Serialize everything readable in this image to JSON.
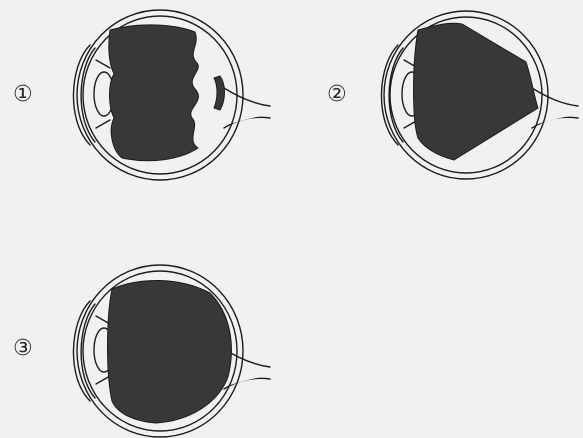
{
  "panels": [
    {
      "number": "①",
      "description_kind": "irregular-fill"
    },
    {
      "number": "②",
      "description_kind": "cone-fill"
    },
    {
      "number": "③",
      "description_kind": "full-fill"
    }
  ],
  "colors": {
    "background": "#f1f1ef",
    "line": "#1c1c1c",
    "fill": "#383838"
  },
  "icons": [
    "eyeball-cross-section-icon"
  ]
}
